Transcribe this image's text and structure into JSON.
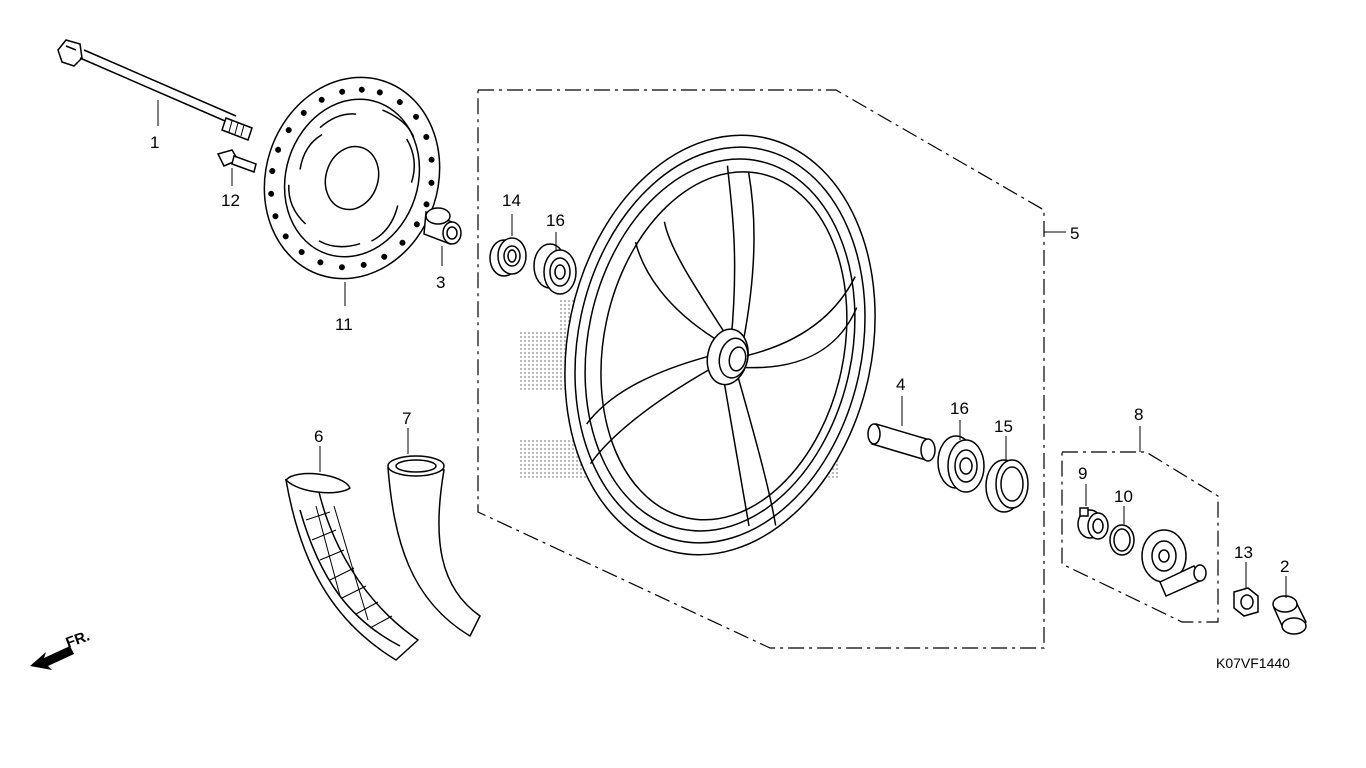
{
  "diagram_code": "K07VF1440",
  "front_indicator": "FR.",
  "callouts": {
    "axle": "1",
    "cap": "2",
    "collar": "3",
    "distance_collar": "4",
    "wheel_assembly": "5",
    "tire": "6",
    "tube": "7",
    "gearbox_assembly": "8",
    "gearbox_retainer": "9",
    "gearbox_seal": "10",
    "brake_disk": "11",
    "disk_bolt": "12",
    "axle_nut": "13",
    "dust_seal_left": "14",
    "bearing_left": "16",
    "bearing_right": "16",
    "dust_seal_right": "15"
  }
}
